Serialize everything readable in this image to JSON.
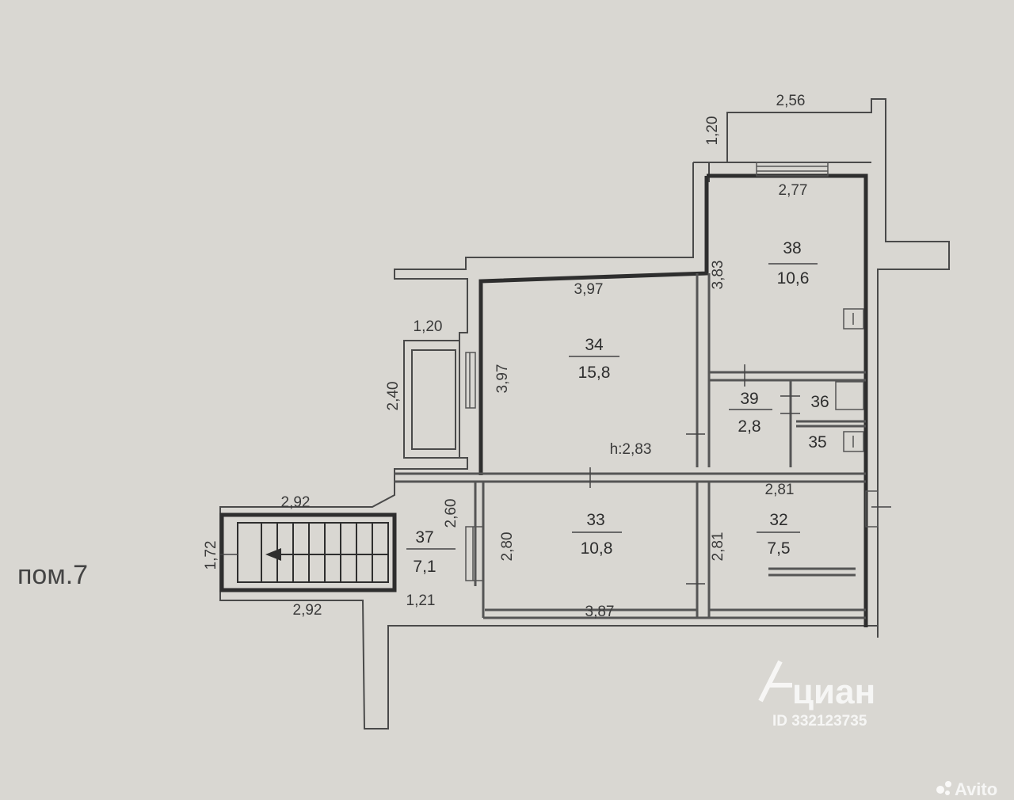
{
  "floor_plan": {
    "label": "пом.7",
    "height_note": "h:2,83",
    "rooms": [
      {
        "id": "34",
        "area": "15,8"
      },
      {
        "id": "38",
        "area": "10,6"
      },
      {
        "id": "39",
        "area": "2,8"
      },
      {
        "id": "36",
        "area": ""
      },
      {
        "id": "35",
        "area": ""
      },
      {
        "id": "33",
        "area": "10,8"
      },
      {
        "id": "32",
        "area": "7,5"
      },
      {
        "id": "37",
        "area": "7,1"
      }
    ],
    "dimensions": {
      "balcony_top_width": "2,56",
      "balcony_top_depth": "1,20",
      "room38_width": "2,77",
      "room38_height": "3,83",
      "room34_width": "3,97",
      "room34_height": "3,97",
      "balcony_left_width": "1,20",
      "balcony_left_height": "2,40",
      "stairs_top": "2,92",
      "stairs_bottom": "2,92",
      "stairs_width": "1,72",
      "room37_height": "2,60",
      "room37_bottom": "1,21",
      "room33_height": "2,80",
      "room33_width": "3,87",
      "room32_width": "2,81",
      "room32_height": "2,81"
    }
  },
  "watermarks": {
    "cian_brand": "циан",
    "cian_id": "ID 332123735",
    "avito_brand": "Avito"
  },
  "colors": {
    "paper": "#d9d7d2",
    "wall": "#3c3c3c",
    "wall_fill": "#dcdad5",
    "watermark": "#ffffff"
  }
}
